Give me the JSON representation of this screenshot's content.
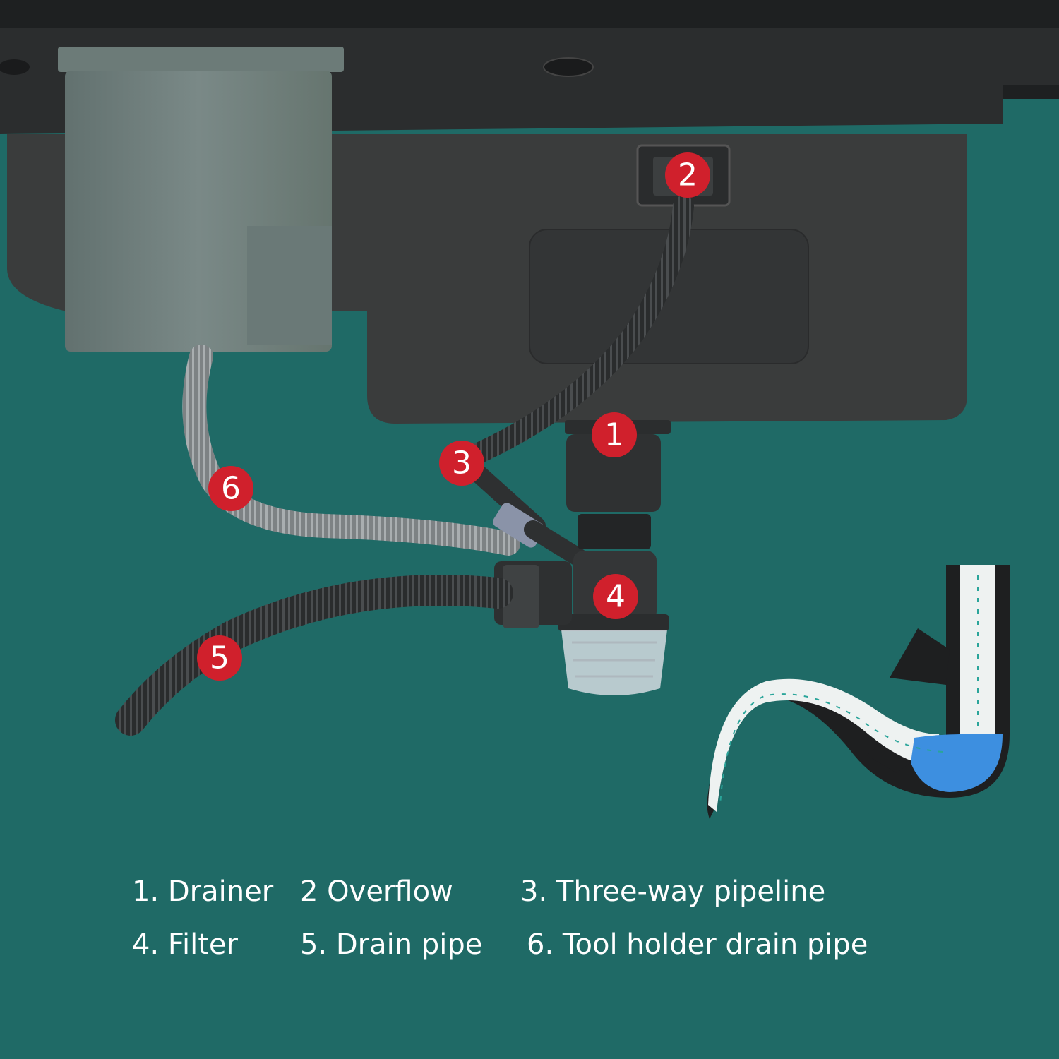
{
  "colors": {
    "background": "#1f6a66",
    "sink": "#3a3c3c",
    "sink_rim": "#2b2d2e",
    "tool_holder": "#6f7d7b",
    "marker": "#d0202c",
    "flow_arrow": "#2aa59a",
    "water": "#3d8fe0"
  },
  "markers": [
    {
      "number": "1"
    },
    {
      "number": "2"
    },
    {
      "number": "3"
    },
    {
      "number": "4"
    },
    {
      "number": "5"
    },
    {
      "number": "6"
    }
  ],
  "legend": [
    {
      "label": "1. Drainer"
    },
    {
      "label": "2 Overflow"
    },
    {
      "label": "3. Three-way pipeline"
    },
    {
      "label": "4. Filter"
    },
    {
      "label": "5. Drain pipe"
    },
    {
      "label": "6. Tool holder drain pipe"
    }
  ]
}
